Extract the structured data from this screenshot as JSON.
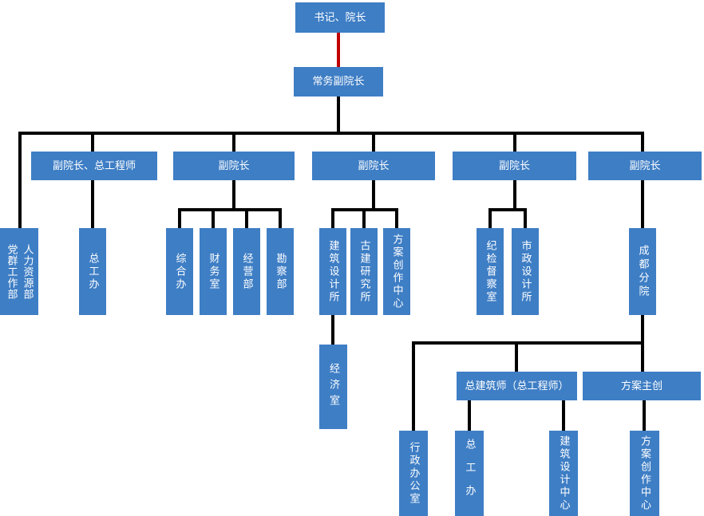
{
  "chart": {
    "type": "org-chart",
    "colors": {
      "node_fill": "#3E7EC5",
      "node_text": "#FFFFFF",
      "connector": "#000000",
      "top_connector": "#C00000",
      "background": "#FFFFFF"
    },
    "nodes": {
      "secretary_president": {
        "label": "书记、院长"
      },
      "exec_vice_president": {
        "label": "常务副院长"
      },
      "vp_chief_engineer": {
        "label": "副院长、总工程师"
      },
      "vp_1": {
        "label": "副院长"
      },
      "vp_2": {
        "label": "副院长"
      },
      "vp_3": {
        "label": "副院长"
      },
      "vp_4": {
        "label": "副院长"
      },
      "party_mass_dept": {
        "label": "党群工作部"
      },
      "hr_dept": {
        "label": "人力资源部"
      },
      "chief_eng_office": {
        "label": "总工办"
      },
      "general_office": {
        "label": "综合办"
      },
      "finance_office": {
        "label": "财务室"
      },
      "business_dept": {
        "label": "经营部"
      },
      "survey_dept": {
        "label": "勘察部"
      },
      "arch_design_institute": {
        "label": "建筑设计所"
      },
      "ancient_arch_institute": {
        "label": "古建研究所"
      },
      "scheme_creation_center": {
        "label": "方案创作中心"
      },
      "discipline_inspection": {
        "label": "纪检督察室"
      },
      "municipal_design_institute": {
        "label": "市政设计所"
      },
      "chengdu_branch": {
        "label": "成都分院"
      },
      "economy_office": {
        "label": "经济室"
      },
      "chief_architect": {
        "label": "总建筑师（总工程师）"
      },
      "scheme_lead": {
        "label": "方案主创"
      },
      "admin_office": {
        "label": "行政办公室"
      },
      "branch_chief_eng_office": {
        "label": "总工办"
      },
      "arch_design_center": {
        "label": "建筑设计中心"
      },
      "branch_scheme_center": {
        "label": "方案创作中心"
      }
    }
  }
}
